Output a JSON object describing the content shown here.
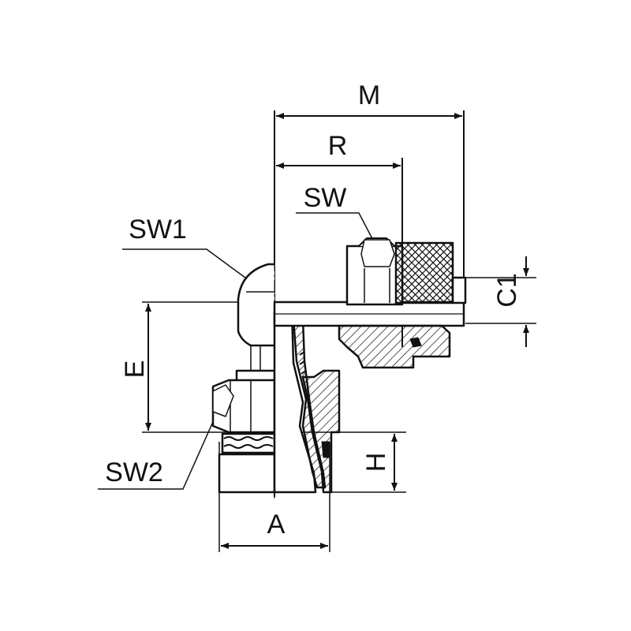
{
  "labels": {
    "M": "M",
    "R": "R",
    "SW": "SW",
    "SW1": "SW1",
    "C1": "C1",
    "E": "E",
    "SW2": "SW2",
    "H": "H",
    "A": "A"
  },
  "colors": {
    "line": "#111111",
    "background": "#ffffff"
  }
}
